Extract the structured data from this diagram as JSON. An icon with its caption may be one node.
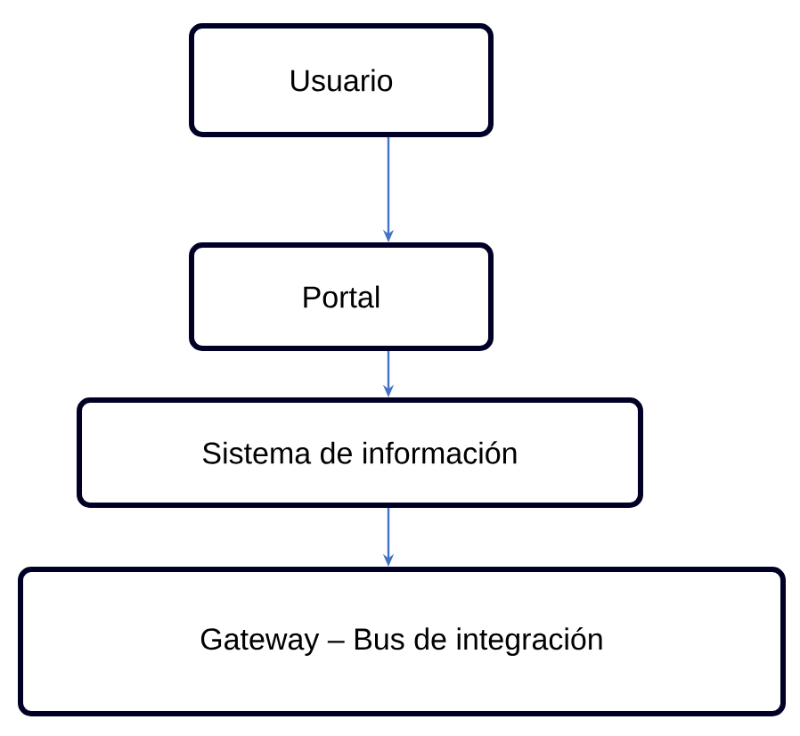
{
  "diagram": {
    "nodes": [
      {
        "text": [
          "Usuario"
        ]
      },
      {
        "text": [
          "Portal"
        ]
      },
      {
        "text": [
          "Sistema de información"
        ]
      },
      {
        "text": [
          "Gateway – Bus de integración"
        ]
      }
    ],
    "edges": [
      {
        "from": 0,
        "to": 1,
        "arrow": "to"
      },
      {
        "from": 1,
        "to": 2,
        "arrow": "to"
      },
      {
        "from": 2,
        "to": 3,
        "arrow": "to"
      }
    ]
  }
}
